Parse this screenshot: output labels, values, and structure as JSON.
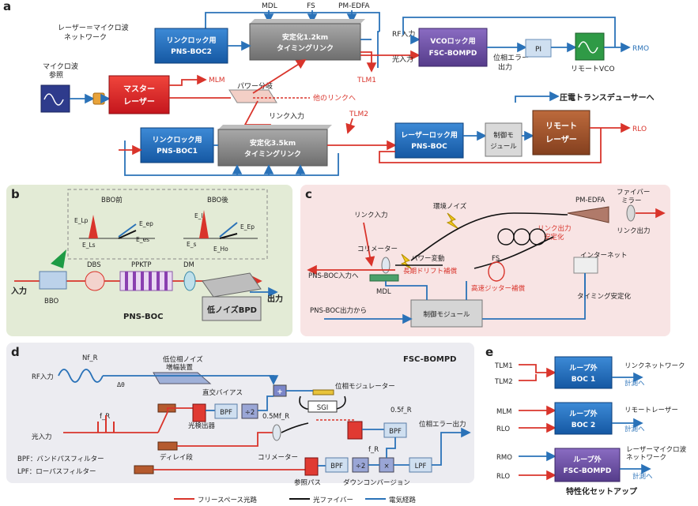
{
  "panel_a": {
    "label": "a",
    "network_title": "レーザー＝マイクロ波\nネットワーク",
    "top_labels": [
      "MDL",
      "FS",
      "PM-EDFA"
    ],
    "microwave_ref": "マイクロ波\n参照",
    "master_laser": "マスター\nレーザー",
    "mlm": "MLM",
    "power_split": "パワー分岐",
    "other_links": "他のリンクへ",
    "link_input": "リンク入力",
    "pns_boc2": "リンクロック用\nPNS-BOC2",
    "link_1_2km": "安定化1.2km\nタイミングリンク",
    "pns_boc1": "リンクロック用\nPNS-BOC1",
    "link_3_5km": "安定化3.5km\nタイミングリンク",
    "tlm1": "TLM1",
    "tlm2": "TLM2",
    "rf_input": "RF入力",
    "optical_input": "光入力",
    "vco_lock": "VCOロック用\nFSC-BOMPD",
    "phase_error_out": "位相エラー\n出力",
    "pi": "PI",
    "remote_vco": "リモートVCO",
    "rmo": "RMO",
    "piezo": "圧電トランスデューサーへ",
    "laser_lock": "レーザーロック用\nPNS-BOC",
    "control_module": "制御モ\nジュール",
    "remote_laser": "リモート\nレーザー",
    "rlo": "RLO"
  },
  "panel_b": {
    "label": "b",
    "before_bbo": "BBO前",
    "after_bbo": "BBO後",
    "e_lp": "E_Lp",
    "e_ls": "E_Ls",
    "e_ep_b": "E_ep",
    "e_es_b": "E_es",
    "e_l_a": "E_l",
    "e_s_a": "E_s",
    "e_ho": "E_Ho",
    "e_ep_a": "E_Ep",
    "input": "入力",
    "bbo": "BBO",
    "dbs": "DBS",
    "ppktp": "PPKTP",
    "dm": "DM",
    "output": "出力",
    "caption": "PNS-BOC",
    "bpd": "低ノイズBPD"
  },
  "panel_c": {
    "label": "c",
    "env_noise": "環境ノイズ",
    "pm_edfa": "PM-EDFA",
    "fiber_mirror": "ファイバー\nミラー",
    "link_input": "リンク入力",
    "collimator": "コリメーター",
    "power_var": "パワー変動",
    "link_output_stab": "リンク出力\n安定化",
    "link_output": "リンク出力",
    "boc_input": "PNS-BOC入力へ",
    "long_drift": "長期ドリフト補償",
    "fs": "FS",
    "hf_jitter": "高速ジッター補償",
    "internet": "インターネット",
    "mdl": "MDL",
    "timing_stab": "タイミング安定化",
    "boc_output_from": "PNS-BOC出力から",
    "control_module": "制御モジュール"
  },
  "panel_d": {
    "label": "d",
    "title": "FSC-BOMPD",
    "rf_input": "RF入力",
    "nfr": "Nf_R",
    "delta_theta": "Δθ",
    "amp_label": "低位相ノイズ\n増幅装置",
    "plus": "+",
    "phase_mod": "位相モジュレーター",
    "dc_bias": "直交バイアス",
    "fr": "f_R",
    "bpf": "BPF",
    "div2": "÷2",
    "half_nfr": "0.5Mf_R",
    "sgi": "SGI",
    "photodetector": "光検出器",
    "optical_input": "光入力",
    "delay_stage": "ディレイ段",
    "collimator": "コリメーター",
    "half_fr": "0.5f_R",
    "fr2": "f_R",
    "phase_err_out": "位相エラー出力",
    "bpf_note": "BPF：バンドパスフィルター",
    "lpf_note": "LPF：ローパスフィルター",
    "ref_path": "参照パス",
    "div2b": "÷2",
    "times": "×",
    "lpf": "LPF",
    "downconversion": "ダウンコンバージョン"
  },
  "panel_e": {
    "label": "e",
    "tlm1": "TLM1",
    "tlm2": "TLM2",
    "boc1": "ループ外\nBOC 1",
    "link_net": "リンクネットワーク",
    "measure1": "計測へ",
    "mlm": "MLM",
    "rlo": "RLO",
    "boc2": "ループ外\nBOC 2",
    "remote_laser": "リモートレーザー",
    "measure2": "計測へ",
    "rmo": "RMO",
    "rlo2": "RLO",
    "fsc": "ループ外\nFSC-BOMPD",
    "lm_net": "レーザーマイクロ波\nネットワーク",
    "measure3": "計測へ",
    "caption": "特性化セットアップ"
  },
  "legend": {
    "free_space": "フリースペース光路",
    "fiber": "光ファイバー",
    "electrical": "電気経路"
  },
  "colors": {
    "red_path": "#d9342b",
    "fiber": "#111111",
    "electrical": "#2a72b8",
    "boc_blue": "#1f6fc0",
    "laser_red": "#e0262d",
    "link_gray": "#8c8c8c",
    "vco_purple": "#6b4fa0",
    "remote_laser_brown": "#a0522d",
    "panel_b_bg": "#e3ebd6",
    "panel_c_bg": "#f8e4e4",
    "panel_d_bg": "#ececf1"
  }
}
